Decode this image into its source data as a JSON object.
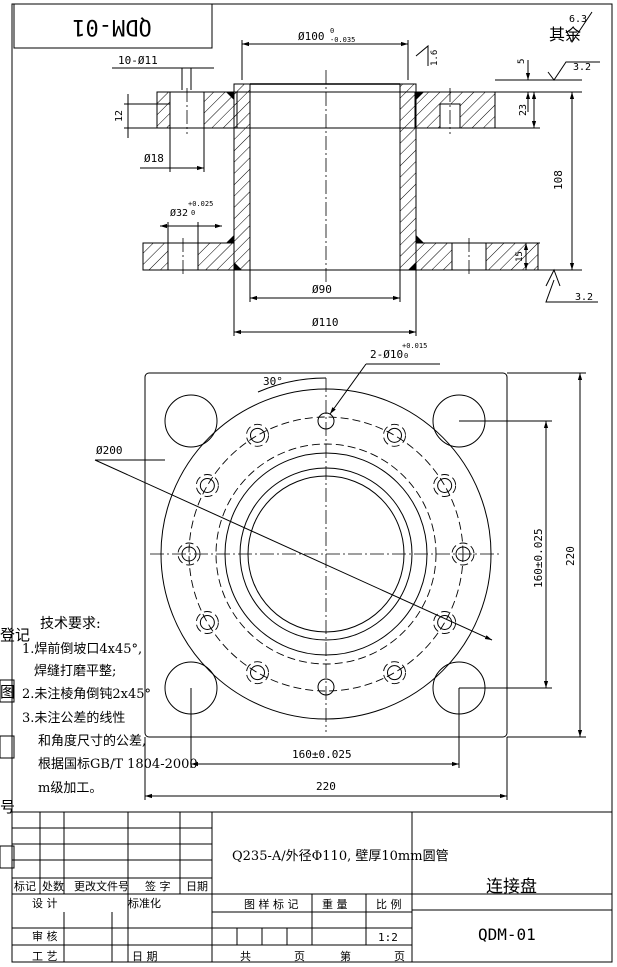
{
  "drawing": {
    "rotated_code": "QDM-01",
    "roughness_other_label": "其余",
    "roughness_other_value": "6.3",
    "roughness_marks": [
      "1.6",
      "3.2",
      "3.2"
    ]
  },
  "dimensions": {
    "d100": "Ø100",
    "d100_tol_upper": "0",
    "d100_tol_lower": "-0.035",
    "holes_11": "10-Ø11",
    "d18": "Ø18",
    "d32": "Ø32",
    "d32_tol_upper": "+0.025",
    "d32_tol_lower": "0",
    "h12": "12",
    "h5": "5",
    "h23": "23",
    "h108": "108",
    "h15": "15",
    "d90": "Ø90",
    "d110": "Ø110",
    "pins": "2-Ø10",
    "pins_tol_upper": "+0.015",
    "pins_tol_lower": "0",
    "angle": "30°",
    "d200": "Ø200",
    "v160": "160±0.025",
    "v220": "220",
    "h160": "160±0.025",
    "h220": "220"
  },
  "tech_requirements": {
    "title": "技术要求:",
    "lines": [
      "1.焊前倒坡口4x45°,",
      "焊缝打磨平整;",
      "2.未注棱角倒钝2x45°",
      "3.未注公差的线性",
      "和角度尺寸的公差,",
      "根据国标GB/T 1804-2000",
      "m级加工。"
    ]
  },
  "side_labels": [
    "登记",
    "图",
    "号"
  ],
  "title_block": {
    "material": "Q235-A/外径Φ110, 壁厚10mm圆管",
    "part_name": "连接盘",
    "drawing_no": "QDM-01",
    "rev_headers": [
      "标记",
      "处数",
      "更改文件号",
      "签 字",
      "日期"
    ],
    "design": "设 计",
    "standardization": "标准化",
    "audit": "审 核",
    "process": "工 艺",
    "date": "日 期",
    "sample_mark": "图 样 标 记",
    "weight": "重 量",
    "scale_label": "比 例",
    "scale_value": "1:2",
    "total_label": "共",
    "page_label": "页",
    "sheet_label": "第",
    "sheet_page_label": "页"
  }
}
